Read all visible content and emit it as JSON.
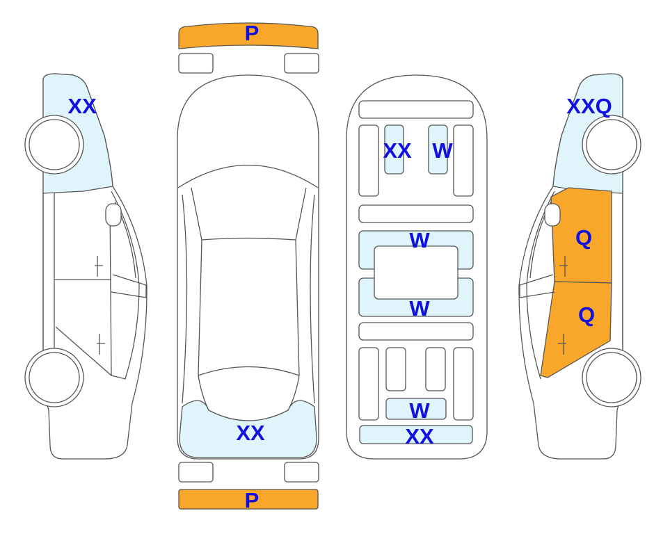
{
  "colors": {
    "damage_p": "#f9a72b",
    "damage_q": "#f9a72b",
    "marked_area": "#dff4fb",
    "label": "#1010e0"
  },
  "labels": {
    "front_bumper": "P",
    "rear_bumper": "P",
    "left_front": "XX",
    "top_rear": "XX",
    "interior_left_front": "XX",
    "interior_right_front": "W",
    "interior_mid_upper": "W",
    "interior_mid_lower": "W",
    "interior_rear_small": "W",
    "interior_rear": "XX",
    "right_front": "XXQ",
    "right_front_door": "Q",
    "right_rear_door": "Q"
  }
}
